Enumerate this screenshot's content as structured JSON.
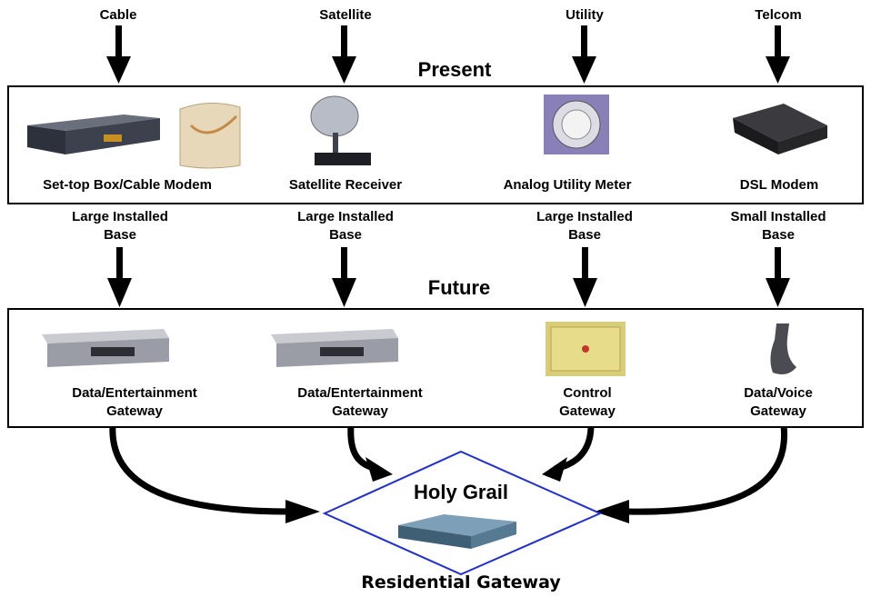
{
  "sources": [
    "Cable",
    "Satellite",
    "Utility",
    "Telcom"
  ],
  "present": {
    "title": "Present",
    "devices": [
      "Set-top Box/Cable Modem",
      "Satellite Receiver",
      "Analog Utility Meter",
      "DSL Modem"
    ]
  },
  "installed_base": [
    [
      "Large Installed",
      "Base"
    ],
    [
      "Large Installed",
      "Base"
    ],
    [
      "Large Installed",
      "Base"
    ],
    [
      "Small Installed",
      "Base"
    ]
  ],
  "future": {
    "title": "Future",
    "gateways": [
      [
        "Data/Entertainment",
        "Gateway"
      ],
      [
        "Data/Entertainment",
        "Gateway"
      ],
      [
        "Control",
        "Gateway"
      ],
      [
        "Data/Voice",
        "Gateway"
      ]
    ]
  },
  "center": {
    "title": "Holy Grail",
    "caption": "Residential Gateway"
  },
  "colors": {
    "diamond": "#1f2fd0",
    "arrow": "#000000"
  }
}
